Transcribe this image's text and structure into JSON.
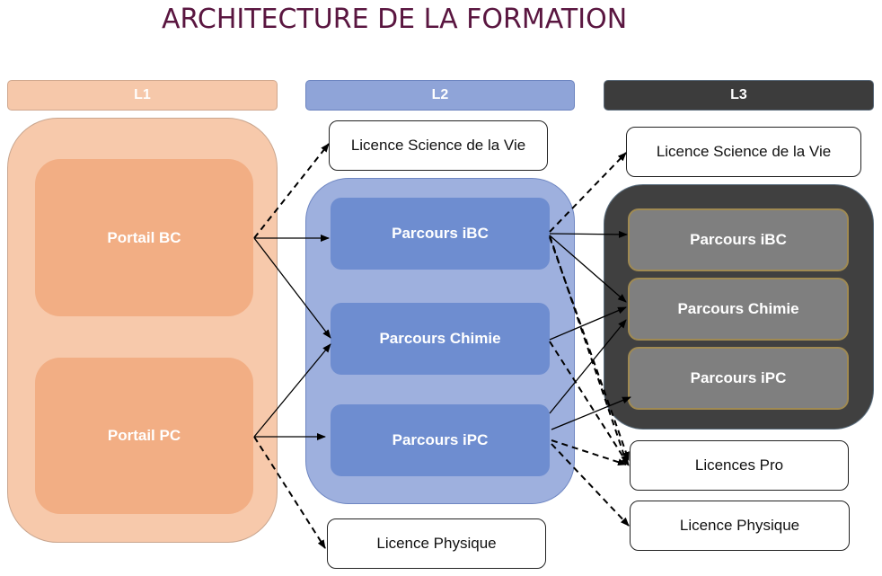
{
  "title": "ARCHITECTURE DE LA FORMATION",
  "colors": {
    "title": "#5a1640",
    "l1": "#f7c9ab",
    "l1_inner": "#f2ae84",
    "l2": "#9eb0de",
    "l2_inner": "#6e8dd0",
    "l3": "#404040",
    "l3_inner": "#7f7f7f"
  },
  "columns": {
    "l1": {
      "header": "L1",
      "items": [
        "Portail BC",
        "Portail PC"
      ]
    },
    "l2": {
      "header": "L2",
      "items": [
        "Parcours iBC",
        "Parcours Chimie",
        "Parcours iPC"
      ],
      "outside_top": "Licence Science de la Vie",
      "outside_bottom": "Licence Physique"
    },
    "l3": {
      "header": "L3",
      "items": [
        "Parcours iBC",
        "Parcours Chimie",
        "Parcours iPC"
      ],
      "outside_top": "Licence Science de la Vie",
      "outside_bottom": [
        "Licences Pro",
        "Licence Physique"
      ]
    }
  },
  "connections": [
    {
      "from": "Portail BC",
      "to": "L2 Parcours iBC",
      "style": "solid"
    },
    {
      "from": "Portail BC",
      "to": "L2 Parcours Chimie",
      "style": "solid"
    },
    {
      "from": "Portail BC",
      "to": "L2 Licence Science de la Vie",
      "style": "dashed"
    },
    {
      "from": "Portail PC",
      "to": "L2 Parcours Chimie",
      "style": "solid"
    },
    {
      "from": "Portail PC",
      "to": "L2 Parcours iPC",
      "style": "solid"
    },
    {
      "from": "Portail PC",
      "to": "L2 Licence Physique",
      "style": "dashed"
    },
    {
      "from": "L2 Parcours iBC",
      "to": "L3 Parcours iBC",
      "style": "solid"
    },
    {
      "from": "L2 Parcours iBC",
      "to": "L3 Parcours Chimie",
      "style": "solid"
    },
    {
      "from": "L2 Parcours iBC",
      "to": "L3 Licence Science de la Vie",
      "style": "dashed"
    },
    {
      "from": "L2 Parcours iBC",
      "to": "Licences Pro",
      "style": "dashed"
    },
    {
      "from": "L2 Parcours Chimie",
      "to": "L3 Parcours Chimie",
      "style": "solid"
    },
    {
      "from": "L2 Parcours Chimie",
      "to": "Licences Pro",
      "style": "dashed"
    },
    {
      "from": "L2 Parcours iPC",
      "to": "L3 Parcours Chimie",
      "style": "solid"
    },
    {
      "from": "L2 Parcours iPC",
      "to": "L3 Parcours iPC",
      "style": "solid"
    },
    {
      "from": "L2 Parcours iPC",
      "to": "Licences Pro",
      "style": "dashed"
    },
    {
      "from": "L2 Parcours iPC",
      "to": "L3 Licence Physique",
      "style": "dashed"
    }
  ]
}
